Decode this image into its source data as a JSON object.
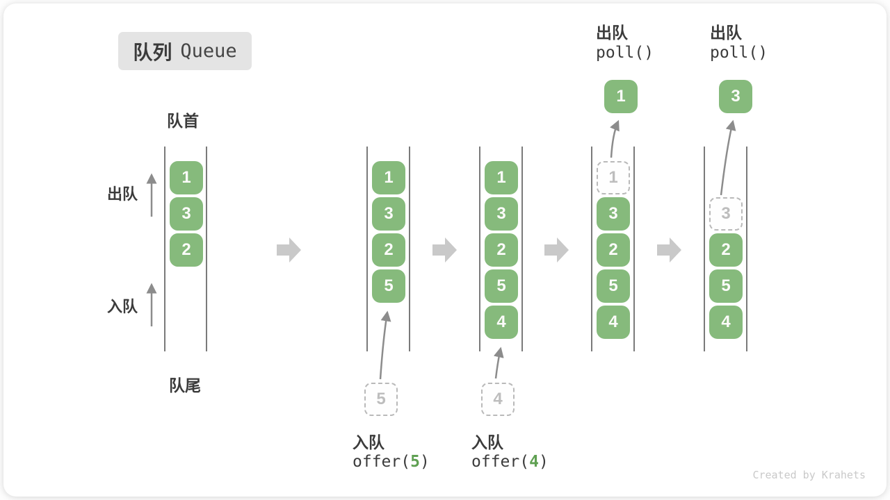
{
  "title": {
    "zh": "队列",
    "en": "Queue"
  },
  "side_labels": {
    "front": "队首",
    "rear": "队尾",
    "dequeue": "出队",
    "enqueue": "入队"
  },
  "watermark": "Created by Krahets",
  "colors": {
    "box_green": "#86ba7c",
    "code_green": "#5fa052",
    "text_dark": "#3b3b3b",
    "arrow_gray": "#8c8c8c",
    "block_arrow_gray": "#c9c9c9",
    "dashed_gray": "#b9b9b9",
    "title_bg": "#e4e4e4",
    "line_dark": "#4f4f4f",
    "watermark_gray": "#c9c9c9"
  },
  "columns": [
    {
      "boxes": [
        "1",
        "3",
        "2"
      ]
    },
    {
      "boxes": [
        "1",
        "3",
        "2",
        "5"
      ],
      "pending": "5",
      "op": {
        "action": "入队",
        "code_pre": "offer(",
        "arg": "5",
        "code_post": ")"
      }
    },
    {
      "boxes": [
        "1",
        "3",
        "2",
        "5",
        "4"
      ],
      "pending": "4",
      "op": {
        "action": "入队",
        "code_pre": "offer(",
        "arg": "4",
        "code_post": ")"
      }
    },
    {
      "removed": "1",
      "boxes": [
        "3",
        "2",
        "5",
        "4"
      ],
      "polled": "1",
      "op": {
        "action": "出队",
        "code": "poll()"
      }
    },
    {
      "removed": "3",
      "boxes": [
        "2",
        "5",
        "4"
      ],
      "polled": "3",
      "op": {
        "action": "出队",
        "code": "poll()"
      }
    }
  ]
}
